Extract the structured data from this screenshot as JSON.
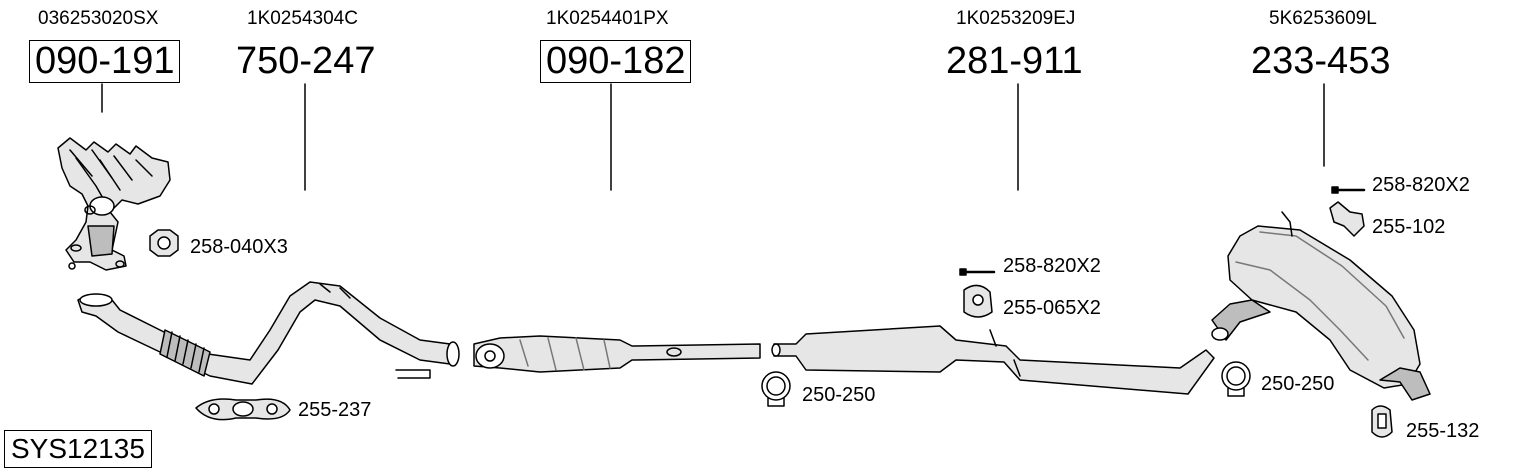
{
  "system_id": "SYS12135",
  "parts": [
    {
      "oem": "036253020SX",
      "number": "090-191",
      "boxed": true
    },
    {
      "oem": "1K0254304C",
      "number": "750-247",
      "boxed": false
    },
    {
      "oem": "1K0254401PX",
      "number": "090-182",
      "boxed": true
    },
    {
      "oem": "1K0253209EJ",
      "number": "281-911",
      "boxed": false
    },
    {
      "oem": "5K6253609L",
      "number": "233-453",
      "boxed": false
    }
  ],
  "accessories": [
    {
      "label": "258-040X3",
      "icon": "nut-icon"
    },
    {
      "label": "255-237",
      "icon": "gasket-icon"
    },
    {
      "label": "258-820X2",
      "icon": "bolt-icon"
    },
    {
      "label": "255-065X2",
      "icon": "rubber-mount-icon"
    },
    {
      "label": "250-250",
      "icon": "clamp-icon"
    },
    {
      "label": "250-250",
      "icon": "clamp-icon"
    },
    {
      "label": "258-820X2",
      "icon": "bolt-icon"
    },
    {
      "label": "255-102",
      "icon": "bracket-icon"
    },
    {
      "label": "255-132",
      "icon": "rubber-mount-icon"
    }
  ],
  "colors": {
    "line": "#000000",
    "part_fill": "#e6e6e6",
    "part_shade": "#bdbdbd"
  }
}
